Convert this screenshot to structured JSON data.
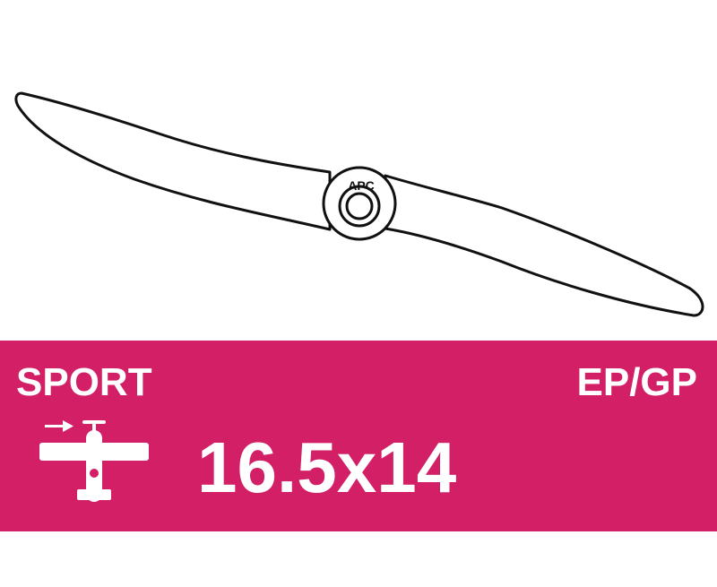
{
  "propeller": {
    "hub_logo": "APC",
    "outline_color": "#111111"
  },
  "banner": {
    "background_color": "#d21f66",
    "text_color": "#ffffff",
    "category": "SPORT",
    "fuel_type": "EP/GP",
    "size": "16.5x14",
    "icon": "sport-airplane-icon"
  }
}
